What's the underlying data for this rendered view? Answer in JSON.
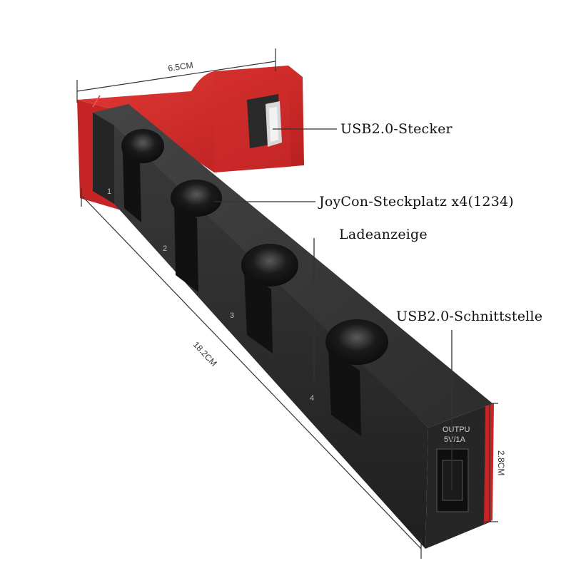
{
  "callouts": {
    "usb_plug": "USB2.0-Stecker",
    "joycon_slots": "JoyCon-Steckplatz  x4(1234)",
    "charge_indicator": "Ladeanzeige",
    "usb_port": "USB2.0-Schnittstelle"
  },
  "dimensions": {
    "width": "6.5CM",
    "length": "18.2CM",
    "height": "2.8CM"
  },
  "slot_numbers": [
    "1",
    "2",
    "3",
    "4"
  ],
  "port_label": {
    "line1": "OUTPU",
    "line2": "5V/1A"
  },
  "colors": {
    "body_dark": "#2b2b2b",
    "body_top": "#3a3a3a",
    "accent_red": "#d42a2a",
    "background": "#ffffff"
  }
}
